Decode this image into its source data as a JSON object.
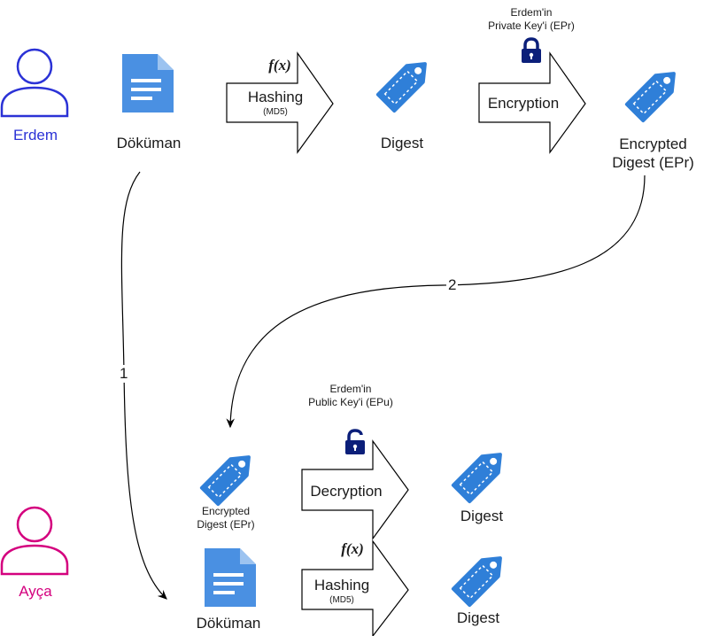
{
  "actors": {
    "erdem": {
      "name": "Erdem",
      "color": "#2b32d6"
    },
    "ayca": {
      "name": "Ayça",
      "color": "#d4007e"
    }
  },
  "top": {
    "document_label": "Döküman",
    "hashing": {
      "label": "Hashing",
      "sub": "(MD5)",
      "func_icon": "f(x)"
    },
    "digest_label": "Digest",
    "private_key": {
      "line1": "Erdem'in",
      "line2": "Private Key'i (EPr)"
    },
    "encryption_label": "Encryption",
    "encrypted_digest": {
      "line1": "Encrypted",
      "line2": "Digest (EPr)"
    }
  },
  "connectors": {
    "one": "1",
    "two": "2"
  },
  "bottom": {
    "encrypted_digest": {
      "line1": "Encrypted",
      "line2": "Digest (EPr)"
    },
    "public_key": {
      "line1": "Erdem'in",
      "line2": "Public Key'i (EPu)"
    },
    "decryption_label": "Decryption",
    "digest_label_1": "Digest",
    "document_label": "Döküman",
    "hashing": {
      "label": "Hashing",
      "sub": "(MD5)",
      "func_icon": "f(x)"
    },
    "digest_label_2": "Digest"
  },
  "colors": {
    "tag_blue": "#2f7fd8",
    "doc_blue": "#4a90e2",
    "lock_navy": "#0b1f7a",
    "line": "#000000"
  },
  "icons": [
    "user-icon",
    "document-icon",
    "tag-icon",
    "lock-icon",
    "function-icon"
  ]
}
